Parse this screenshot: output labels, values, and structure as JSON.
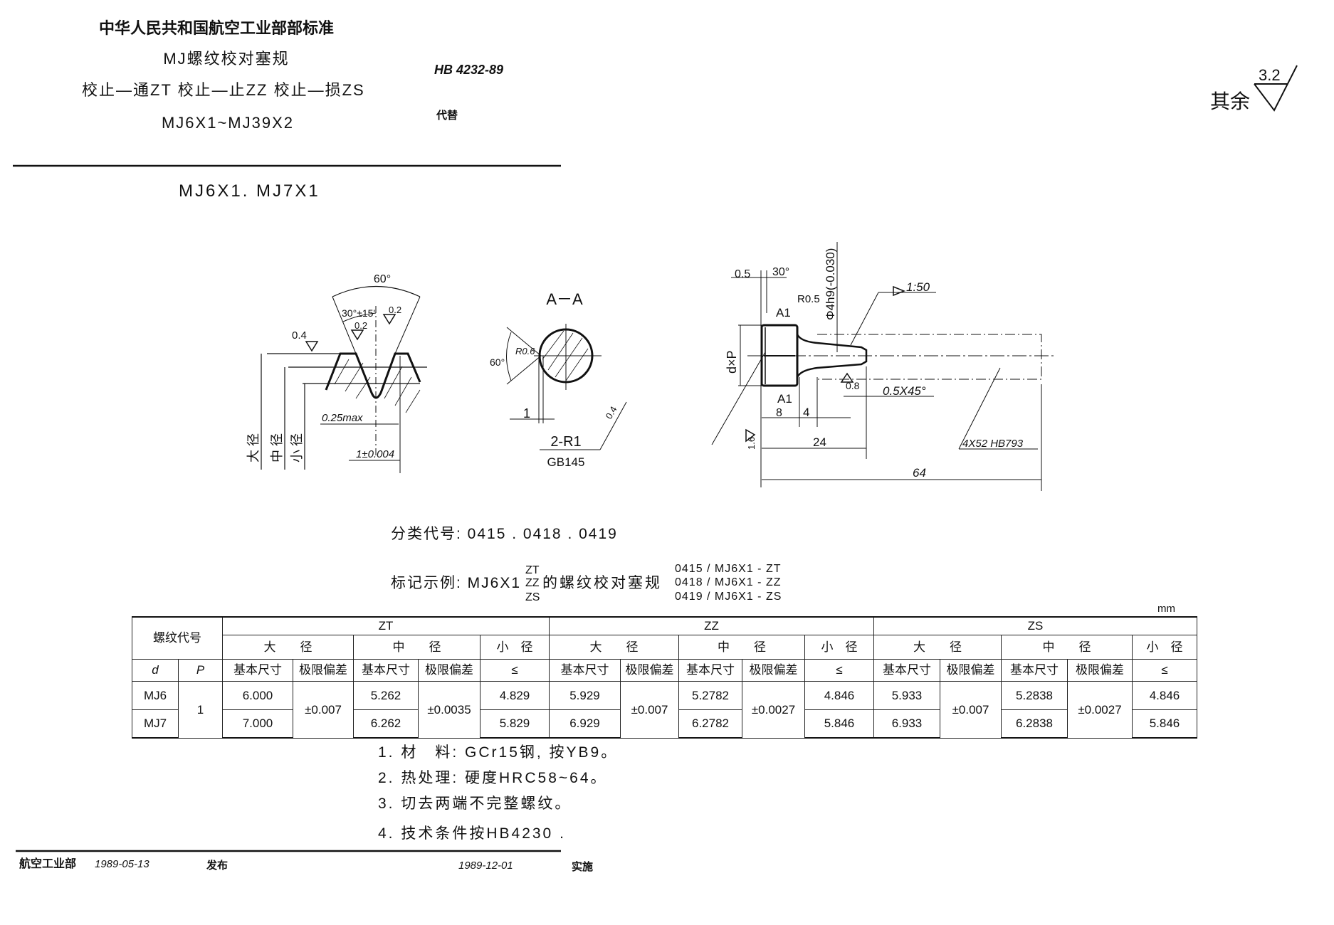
{
  "header": {
    "org_title": "中华人民共和国航空工业部部标准",
    "doc_title": "MJ螺纹校对塞规",
    "subtitle": "校止—通ZT  校止—止ZZ  校止—损ZS",
    "range": "MJ6X1~MJ39X2",
    "standard_no": "HB  4232-89",
    "replaces_label": "代替",
    "surface_rest_label": "其余",
    "surface_rest_value": "3.2"
  },
  "section_title": "MJ6X1. MJ7X1",
  "thread_profile": {
    "angle": "60°",
    "half_angle": "30°±15'",
    "rough_flank_1": "0.2",
    "rough_flank_2": "0.2",
    "rough_crest": "0.4",
    "root_max": "0.25max",
    "pitch": "1±0.004",
    "major_label": "大 径",
    "pitch_dia_label": "中 径",
    "minor_label": "小 径"
  },
  "section_aa": {
    "title": "A－A",
    "angle": "60°",
    "radius": "R0.6",
    "depth": "1",
    "rough": "0.4",
    "center_holes": "2-R1",
    "center_std": "GB145"
  },
  "gauge": {
    "chamfer": "0.5",
    "chamfer_angle": "30°",
    "shank_dia": "Φ4h9(-0.030)",
    "taper": "1:50",
    "a1_top": "A1",
    "fillet": "R0.5",
    "thread_spec": "d×P",
    "rough_taper": "0.8",
    "end_chamfer": "0.5X45°",
    "a1_bottom": "A1",
    "len_8": "8",
    "len_4": "4",
    "rough_face": "1.6",
    "len_24": "24",
    "handle": "4X52  HB793",
    "len_64": "64"
  },
  "classification": "分类代号: 0415 . 0418 . 0419",
  "marking": {
    "label": "标记示例: MJ6X1",
    "types": [
      "ZT",
      "ZZ",
      "ZS"
    ],
    "middle": "的螺纹校对塞规",
    "codes": [
      "0415 / MJ6X1 - ZT",
      "0418 / MJ6X1 - ZZ",
      "0419 / MJ6X1 - ZS"
    ]
  },
  "unit": "mm",
  "table": {
    "thread_code": "螺纹代号",
    "d": "d",
    "p": "P",
    "groups": [
      "ZT",
      "ZZ",
      "ZS"
    ],
    "major": "大　　径",
    "pitch_dia": "中　　径",
    "minor": "小　径",
    "basic": "基本尺寸",
    "tol": "极限偏差",
    "le": "≤",
    "rows": [
      {
        "d": "MJ6",
        "p": "1",
        "zt": {
          "major": "6.000",
          "major_tol": "±0.007",
          "pitch": "5.262",
          "pitch_tol": "±0.0035",
          "minor": "4.829"
        },
        "zz": {
          "major": "5.929",
          "major_tol": "±0.007",
          "pitch": "5.2782",
          "pitch_tol": "±0.0027",
          "minor": "4.846"
        },
        "zs": {
          "major": "5.933",
          "major_tol": "±0.007",
          "pitch": "5.2838",
          "pitch_tol": "±0.0027",
          "minor": "4.846"
        }
      },
      {
        "d": "MJ7",
        "zt": {
          "major": "7.000",
          "pitch": "6.262",
          "minor": "5.829"
        },
        "zz": {
          "major": "6.929",
          "pitch": "6.2782",
          "minor": "5.846"
        },
        "zs": {
          "major": "6.933",
          "pitch": "6.2838",
          "minor": "5.846"
        }
      }
    ]
  },
  "notes": [
    "1.  材　料: GCr15钢, 按YB9。",
    "2.  热处理: 硬度HRC58~64。",
    "3.  切去两端不完整螺纹。",
    "4.  技术条件按HB4230 ."
  ],
  "footer": {
    "issuer": "航空工业部",
    "issue_date": "1989-05-13",
    "issue_label": "发布",
    "effective_date": "1989-12-01",
    "effective_label": "实施"
  }
}
